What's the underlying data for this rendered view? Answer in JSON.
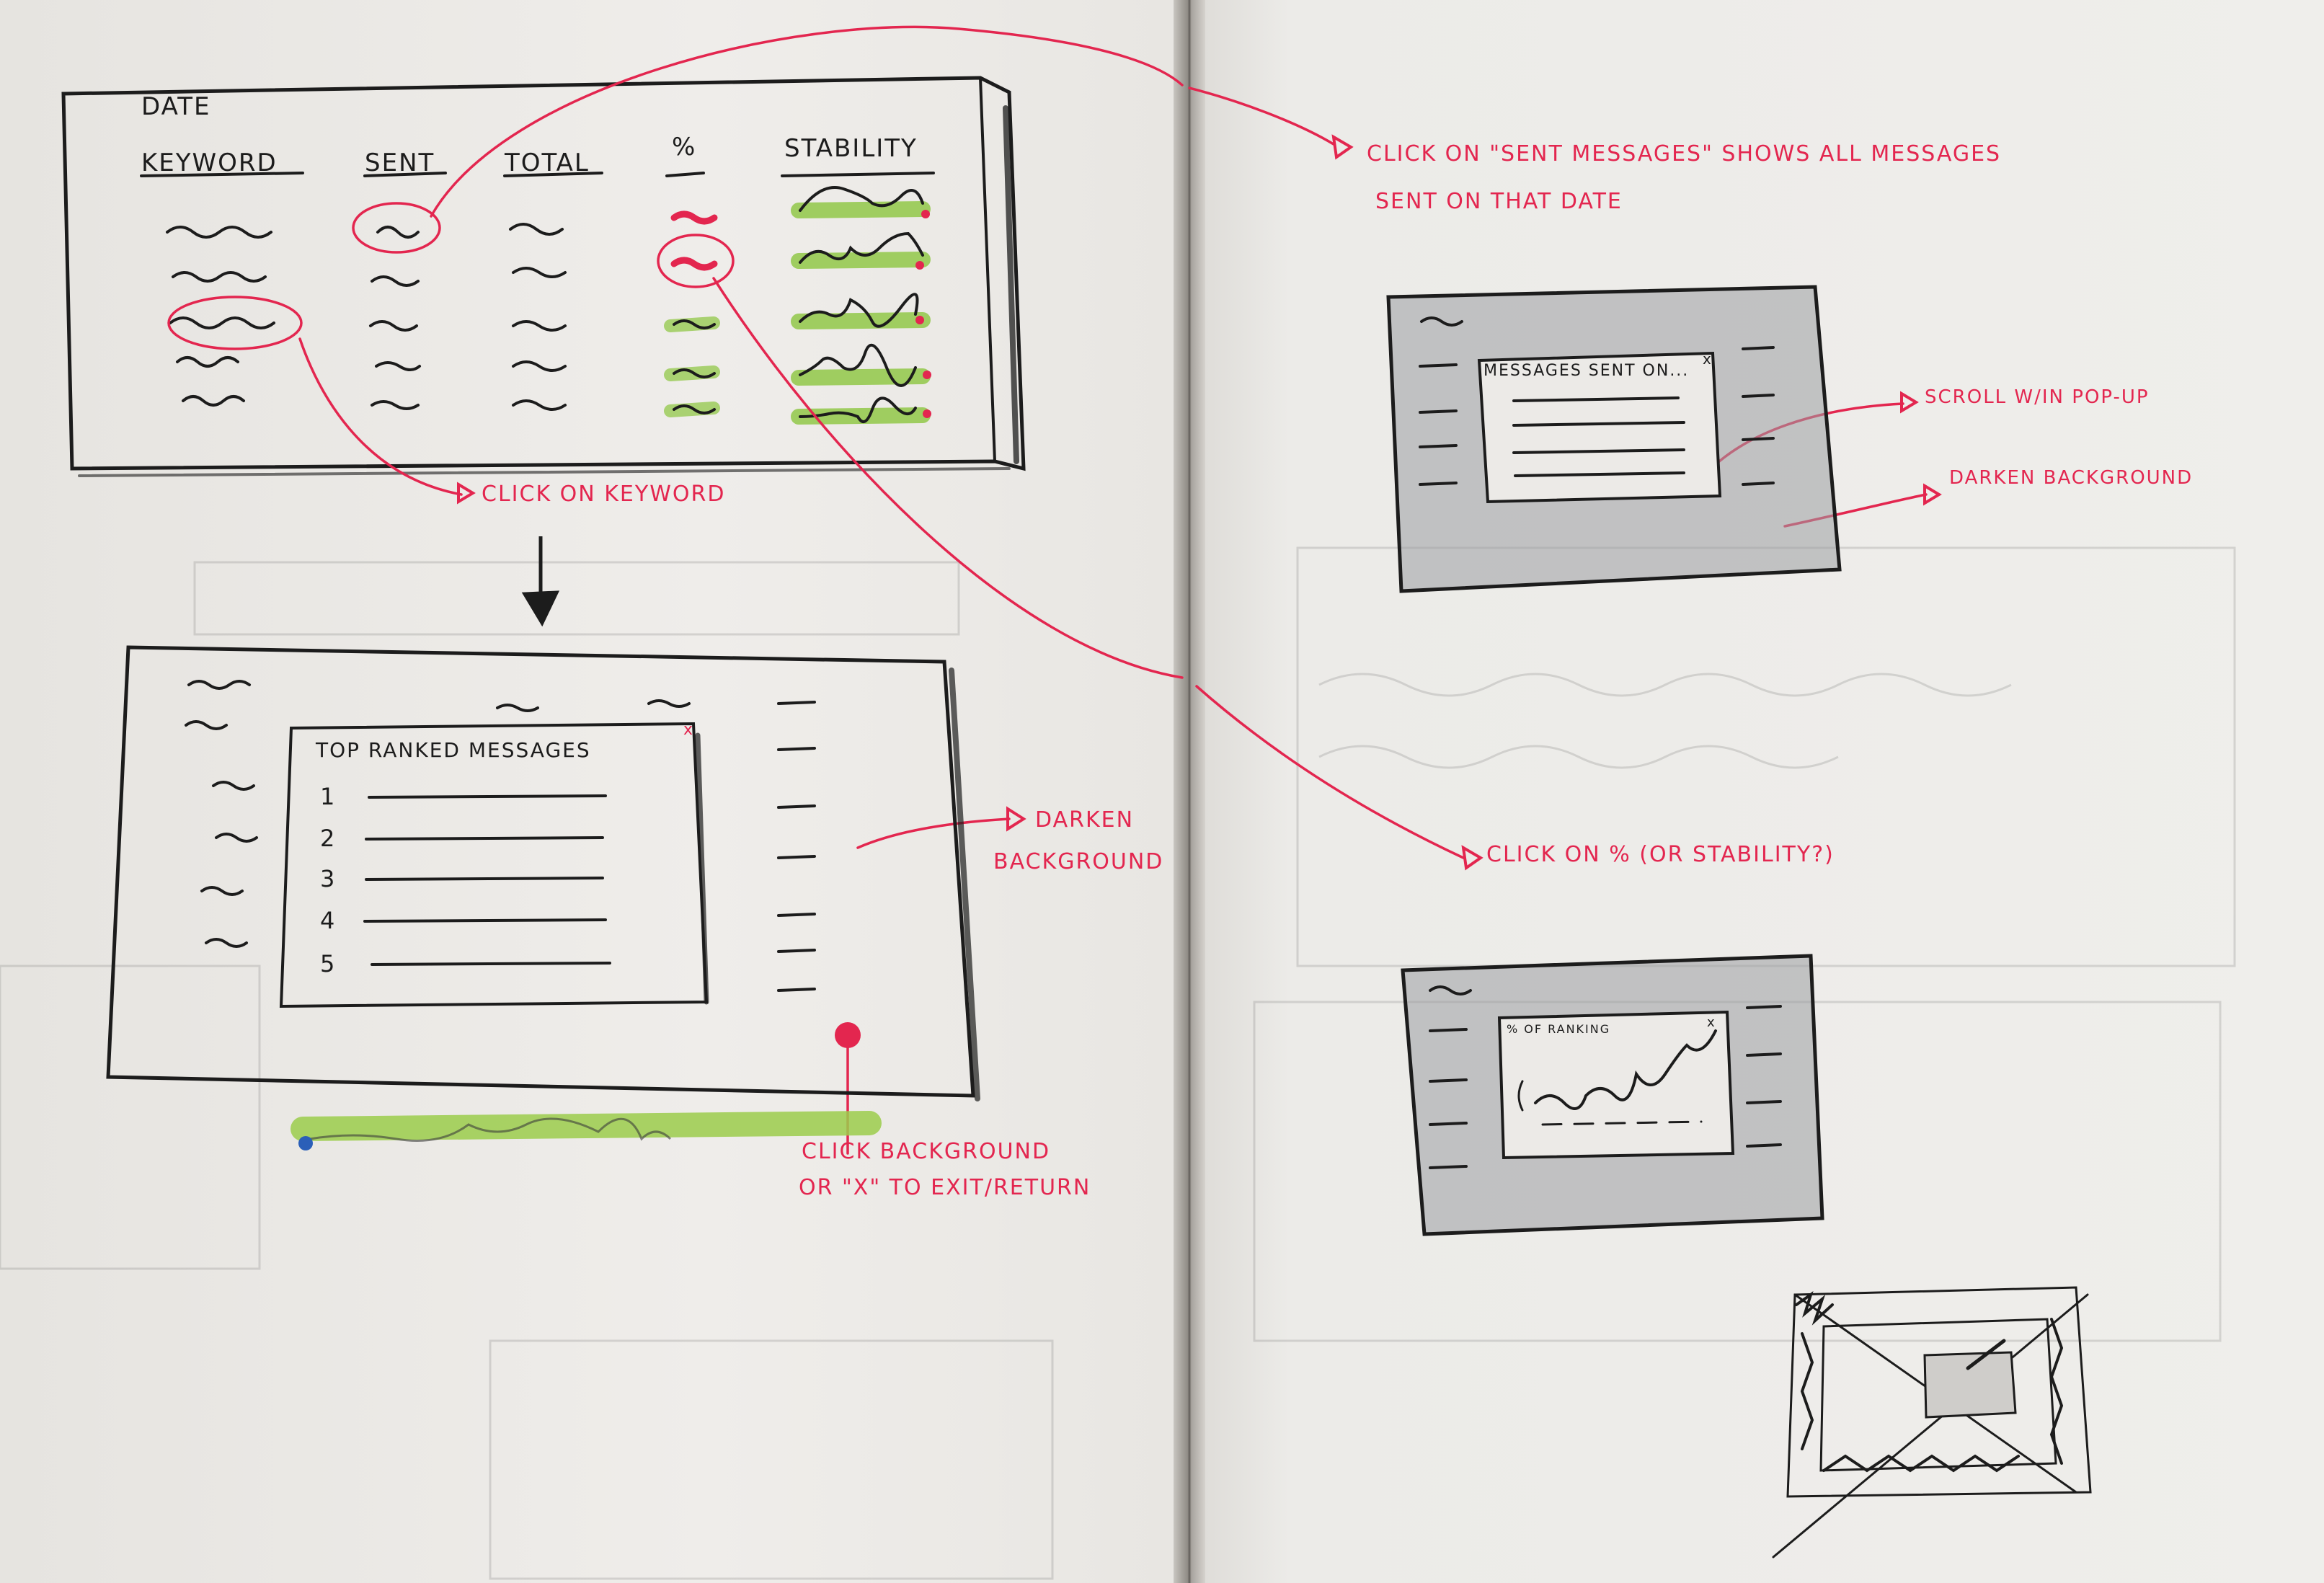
{
  "sketch": {
    "main_table": {
      "date_label": "DATE",
      "columns": [
        "KEYWORD",
        "SENT",
        "TOTAL",
        "%",
        "STABILITY"
      ]
    },
    "keyword_popup": {
      "title": "TOP RANKED MESSAGES",
      "close": "x",
      "ranks": [
        "1",
        "2",
        "3",
        "4",
        "5"
      ]
    },
    "sent_popup": {
      "title": "MESSAGES SENT ON...",
      "close": "x"
    },
    "pct_popup": {
      "title": "% OF RANKING",
      "close": "x"
    },
    "annotations": {
      "click_keyword": "CLICK ON KEYWORD",
      "darken_background_1": "DARKEN",
      "darken_background_2": "BACKGROUND",
      "click_background_1": "CLICK BACKGROUND",
      "click_background_2": "OR \"X\" TO EXIT/RETURN",
      "click_sent_1": "CLICK ON \"SENT MESSAGES\" SHOWS ALL MESSAGES",
      "click_sent_2": "SENT ON THAT DATE",
      "scroll_popup": "SCROLL W/IN POP-UP",
      "darken_background_right": "DARKEN BACKGROUND",
      "click_pct": "CLICK ON % (OR STABILITY?)"
    },
    "colors": {
      "red_ink": "#e3264f",
      "green_marker": "#8cc63f",
      "black_ink": "#1c1c1c",
      "gray_marker": "#8d8f94"
    }
  }
}
